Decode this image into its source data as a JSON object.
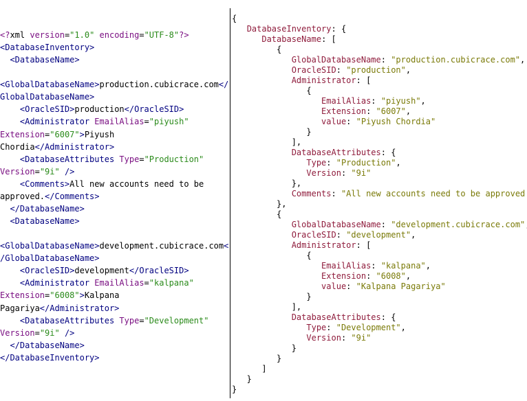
{
  "xml_view": {
    "lines": [
      [
        [
          "pi",
          "<?"
        ],
        [
          "text",
          "xml "
        ],
        [
          "attr",
          "version"
        ],
        [
          "text",
          "="
        ],
        [
          "val",
          "\"1.0\""
        ],
        [
          "text",
          " "
        ],
        [
          "attr",
          "encoding"
        ],
        [
          "text",
          "="
        ],
        [
          "val",
          "\"UTF-8\""
        ],
        [
          "pi",
          "?>"
        ]
      ],
      [
        [
          "tag",
          "<DatabaseInventory>"
        ]
      ],
      [
        [
          "text",
          "  "
        ],
        [
          "tag",
          "<DatabaseName>"
        ]
      ],
      [],
      [
        [
          "tag",
          "<GlobalDatabaseName>"
        ],
        [
          "text",
          "production.cubicrace.com"
        ],
        [
          "tag",
          "</"
        ]
      ],
      [
        [
          "tag",
          "GlobalDatabaseName>"
        ]
      ],
      [
        [
          "text",
          "    "
        ],
        [
          "tag",
          "<OracleSID>"
        ],
        [
          "text",
          "production"
        ],
        [
          "tag",
          "</OracleSID>"
        ]
      ],
      [
        [
          "text",
          "    "
        ],
        [
          "tag",
          "<Administrator"
        ],
        [
          "text",
          " "
        ],
        [
          "attr",
          "EmailAlias"
        ],
        [
          "text",
          "="
        ],
        [
          "val",
          "\"piyush\""
        ]
      ],
      [
        [
          "attr",
          "Extension"
        ],
        [
          "text",
          "="
        ],
        [
          "val",
          "\"6007\""
        ],
        [
          "tag",
          ">"
        ],
        [
          "text",
          "Piyush"
        ]
      ],
      [
        [
          "text",
          "Chordia"
        ],
        [
          "tag",
          "</Administrator>"
        ]
      ],
      [
        [
          "text",
          "    "
        ],
        [
          "tag",
          "<DatabaseAttributes"
        ],
        [
          "text",
          " "
        ],
        [
          "attr",
          "Type"
        ],
        [
          "text",
          "="
        ],
        [
          "val",
          "\"Production\""
        ]
      ],
      [
        [
          "attr",
          "Version"
        ],
        [
          "text",
          "="
        ],
        [
          "val",
          "\"9i\""
        ],
        [
          "text",
          " "
        ],
        [
          "tag",
          "/>"
        ]
      ],
      [
        [
          "text",
          "    "
        ],
        [
          "tag",
          "<Comments>"
        ],
        [
          "text",
          "All new accounts need to be"
        ]
      ],
      [
        [
          "text",
          "approved."
        ],
        [
          "tag",
          "</Comments>"
        ]
      ],
      [
        [
          "text",
          "  "
        ],
        [
          "tag",
          "</DatabaseName>"
        ]
      ],
      [
        [
          "text",
          "  "
        ],
        [
          "tag",
          "<DatabaseName>"
        ]
      ],
      [],
      [
        [
          "tag",
          "<GlobalDatabaseName>"
        ],
        [
          "text",
          "development.cubicrace.com"
        ],
        [
          "tag",
          "<"
        ]
      ],
      [
        [
          "tag",
          "/GlobalDatabaseName>"
        ]
      ],
      [
        [
          "text",
          "    "
        ],
        [
          "tag",
          "<OracleSID>"
        ],
        [
          "text",
          "development"
        ],
        [
          "tag",
          "</OracleSID>"
        ]
      ],
      [
        [
          "text",
          "    "
        ],
        [
          "tag",
          "<Administrator"
        ],
        [
          "text",
          " "
        ],
        [
          "attr",
          "EmailAlias"
        ],
        [
          "text",
          "="
        ],
        [
          "val",
          "\"kalpana\""
        ]
      ],
      [
        [
          "attr",
          "Extension"
        ],
        [
          "text",
          "="
        ],
        [
          "val",
          "\"6008\""
        ],
        [
          "tag",
          ">"
        ],
        [
          "text",
          "Kalpana"
        ]
      ],
      [
        [
          "text",
          "Pagariya"
        ],
        [
          "tag",
          "</Administrator>"
        ]
      ],
      [
        [
          "text",
          "    "
        ],
        [
          "tag",
          "<DatabaseAttributes"
        ],
        [
          "text",
          " "
        ],
        [
          "attr",
          "Type"
        ],
        [
          "text",
          "="
        ],
        [
          "val",
          "\"Development\""
        ]
      ],
      [
        [
          "attr",
          "Version"
        ],
        [
          "text",
          "="
        ],
        [
          "val",
          "\"9i\""
        ],
        [
          "text",
          " "
        ],
        [
          "tag",
          "/>"
        ]
      ],
      [
        [
          "text",
          "  "
        ],
        [
          "tag",
          "</DatabaseName>"
        ]
      ],
      [
        [
          "tag",
          "</DatabaseInventory>"
        ]
      ]
    ]
  },
  "json_view": {
    "lines": [
      [
        [
          "punct",
          "{"
        ]
      ],
      [
        [
          "punct",
          "   "
        ],
        [
          "key",
          "DatabaseInventory"
        ],
        [
          "punct",
          ": {"
        ]
      ],
      [
        [
          "punct",
          "      "
        ],
        [
          "key",
          "DatabaseName"
        ],
        [
          "punct",
          ": ["
        ]
      ],
      [
        [
          "punct",
          "         {"
        ]
      ],
      [
        [
          "punct",
          "            "
        ],
        [
          "key",
          "GlobalDatabaseName"
        ],
        [
          "punct",
          ": "
        ],
        [
          "str",
          "\"production.cubicrace.com\""
        ],
        [
          "punct",
          ","
        ]
      ],
      [
        [
          "punct",
          "            "
        ],
        [
          "key",
          "OracleSID"
        ],
        [
          "punct",
          ": "
        ],
        [
          "str",
          "\"production\""
        ],
        [
          "punct",
          ","
        ]
      ],
      [
        [
          "punct",
          "            "
        ],
        [
          "key",
          "Administrator"
        ],
        [
          "punct",
          ": ["
        ]
      ],
      [
        [
          "punct",
          "               {"
        ]
      ],
      [
        [
          "punct",
          "                  "
        ],
        [
          "key",
          "EmailAlias"
        ],
        [
          "punct",
          ": "
        ],
        [
          "str",
          "\"piyush\""
        ],
        [
          "punct",
          ","
        ]
      ],
      [
        [
          "punct",
          "                  "
        ],
        [
          "key",
          "Extension"
        ],
        [
          "punct",
          ": "
        ],
        [
          "str",
          "\"6007\""
        ],
        [
          "punct",
          ","
        ]
      ],
      [
        [
          "punct",
          "                  "
        ],
        [
          "key",
          "value"
        ],
        [
          "punct",
          ": "
        ],
        [
          "str",
          "\"Piyush Chordia\""
        ]
      ],
      [
        [
          "punct",
          "               }"
        ]
      ],
      [
        [
          "punct",
          "            ],"
        ]
      ],
      [
        [
          "punct",
          "            "
        ],
        [
          "key",
          "DatabaseAttributes"
        ],
        [
          "punct",
          ": {"
        ]
      ],
      [
        [
          "punct",
          "               "
        ],
        [
          "key",
          "Type"
        ],
        [
          "punct",
          ": "
        ],
        [
          "str",
          "\"Production\""
        ],
        [
          "punct",
          ","
        ]
      ],
      [
        [
          "punct",
          "               "
        ],
        [
          "key",
          "Version"
        ],
        [
          "punct",
          ": "
        ],
        [
          "str",
          "\"9i\""
        ]
      ],
      [
        [
          "punct",
          "            },"
        ]
      ],
      [
        [
          "punct",
          "            "
        ],
        [
          "key",
          "Comments"
        ],
        [
          "punct",
          ": "
        ],
        [
          "str",
          "\"All new accounts need to be approved.\""
        ]
      ],
      [
        [
          "punct",
          "         },"
        ]
      ],
      [
        [
          "punct",
          "         {"
        ]
      ],
      [
        [
          "punct",
          "            "
        ],
        [
          "key",
          "GlobalDatabaseName"
        ],
        [
          "punct",
          ": "
        ],
        [
          "str",
          "\"development.cubicrace.com\""
        ],
        [
          "punct",
          ","
        ]
      ],
      [
        [
          "punct",
          "            "
        ],
        [
          "key",
          "OracleSID"
        ],
        [
          "punct",
          ": "
        ],
        [
          "str",
          "\"development\""
        ],
        [
          "punct",
          ","
        ]
      ],
      [
        [
          "punct",
          "            "
        ],
        [
          "key",
          "Administrator"
        ],
        [
          "punct",
          ": ["
        ]
      ],
      [
        [
          "punct",
          "               {"
        ]
      ],
      [
        [
          "punct",
          "                  "
        ],
        [
          "key",
          "EmailAlias"
        ],
        [
          "punct",
          ": "
        ],
        [
          "str",
          "\"kalpana\""
        ],
        [
          "punct",
          ","
        ]
      ],
      [
        [
          "punct",
          "                  "
        ],
        [
          "key",
          "Extension"
        ],
        [
          "punct",
          ": "
        ],
        [
          "str",
          "\"6008\""
        ],
        [
          "punct",
          ","
        ]
      ],
      [
        [
          "punct",
          "                  "
        ],
        [
          "key",
          "value"
        ],
        [
          "punct",
          ": "
        ],
        [
          "str",
          "\"Kalpana Pagariya\""
        ]
      ],
      [
        [
          "punct",
          "               }"
        ]
      ],
      [
        [
          "punct",
          "            ],"
        ]
      ],
      [
        [
          "punct",
          "            "
        ],
        [
          "key",
          "DatabaseAttributes"
        ],
        [
          "punct",
          ": {"
        ]
      ],
      [
        [
          "punct",
          "               "
        ],
        [
          "key",
          "Type"
        ],
        [
          "punct",
          ": "
        ],
        [
          "str",
          "\"Development\""
        ],
        [
          "punct",
          ","
        ]
      ],
      [
        [
          "punct",
          "               "
        ],
        [
          "key",
          "Version"
        ],
        [
          "punct",
          ": "
        ],
        [
          "str",
          "\"9i\""
        ]
      ],
      [
        [
          "punct",
          "            }"
        ]
      ],
      [
        [
          "punct",
          "         }"
        ]
      ],
      [
        [
          "punct",
          "      ]"
        ]
      ],
      [
        [
          "punct",
          "   }"
        ]
      ],
      [
        [
          "punct",
          "}"
        ]
      ]
    ]
  },
  "colors": {
    "xml_tag": "#000080",
    "xml_pi": "#7a0f82",
    "xml_attr": "#7a0f82",
    "xml_value": "#2a8a1a",
    "json_key": "#8f1c3c",
    "json_string": "#7a7a08",
    "divider": "#000000"
  }
}
